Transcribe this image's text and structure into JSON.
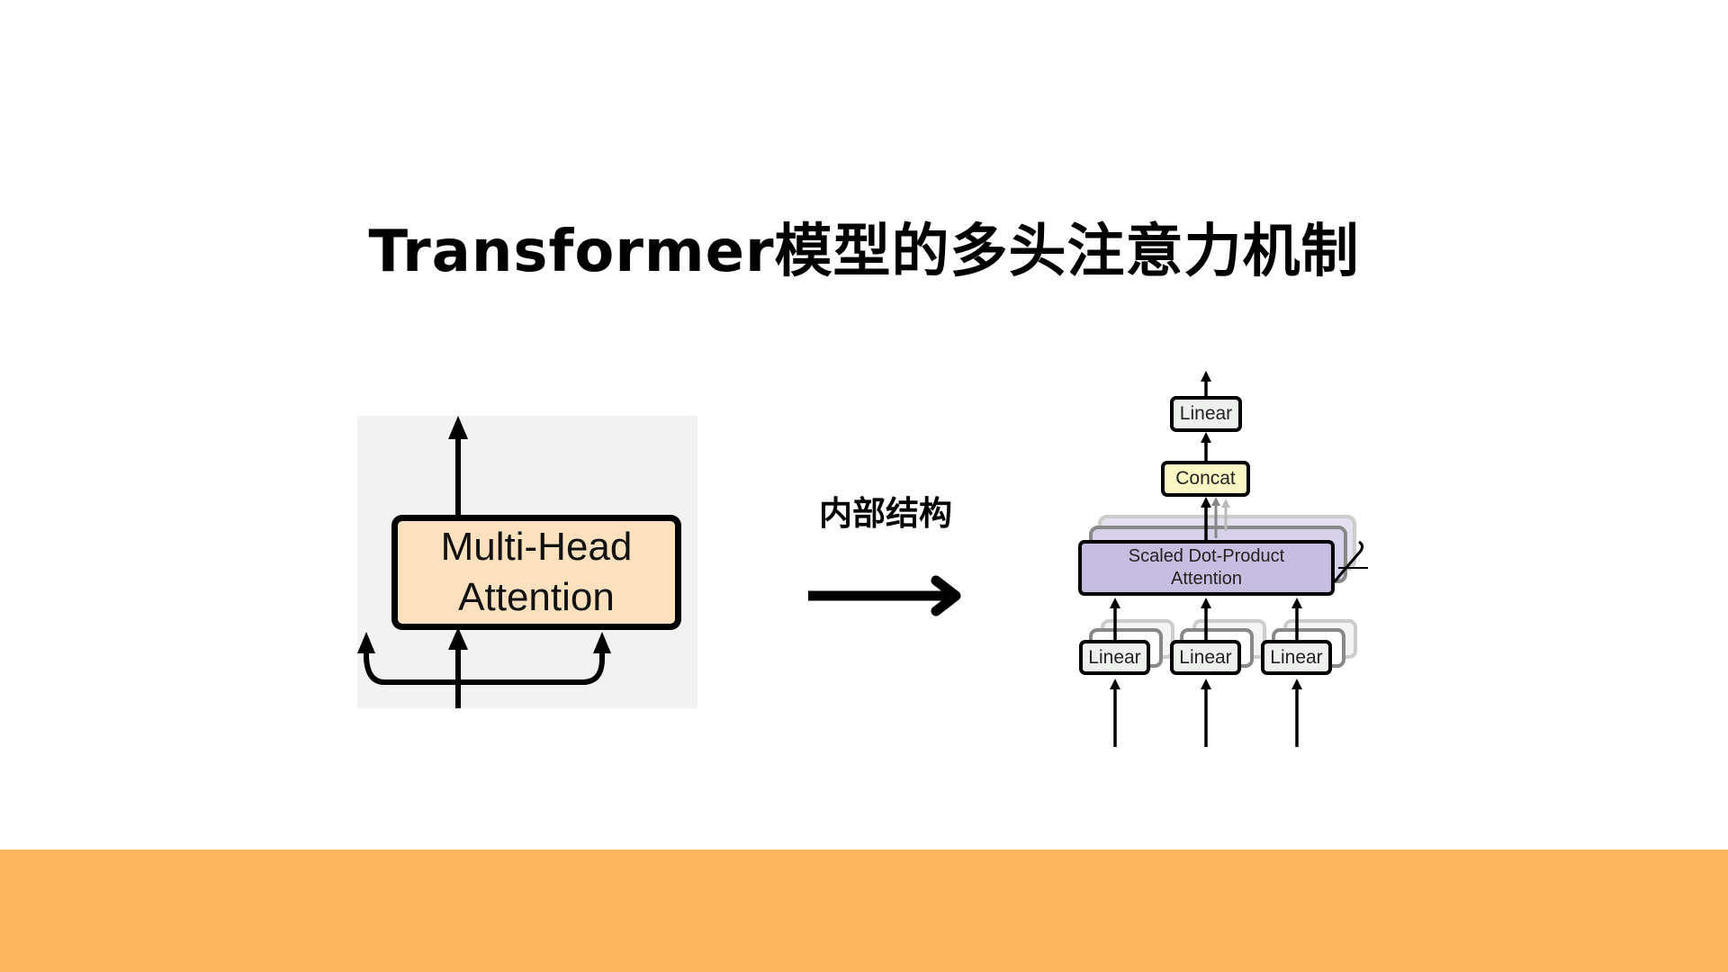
{
  "title": "Transformer模型的多头注意力机制",
  "left_diagram": {
    "block_label_line1": "Multi-Head",
    "block_label_line2": "Attention"
  },
  "arrow_label": "内部结构",
  "right_diagram": {
    "top_linear": "Linear",
    "concat": "Concat",
    "sdpa_line1": "Scaled Dot-Product",
    "sdpa_line2": "Attention",
    "input_linears": [
      "Linear",
      "Linear",
      "Linear"
    ]
  },
  "colors": {
    "accent_band": "#feb55b",
    "mha_fill": "#fde0bd",
    "concat_fill": "#fbf7c4",
    "sdpa_fill": "#c6bde0",
    "linear_fill": "#eef0ee"
  }
}
